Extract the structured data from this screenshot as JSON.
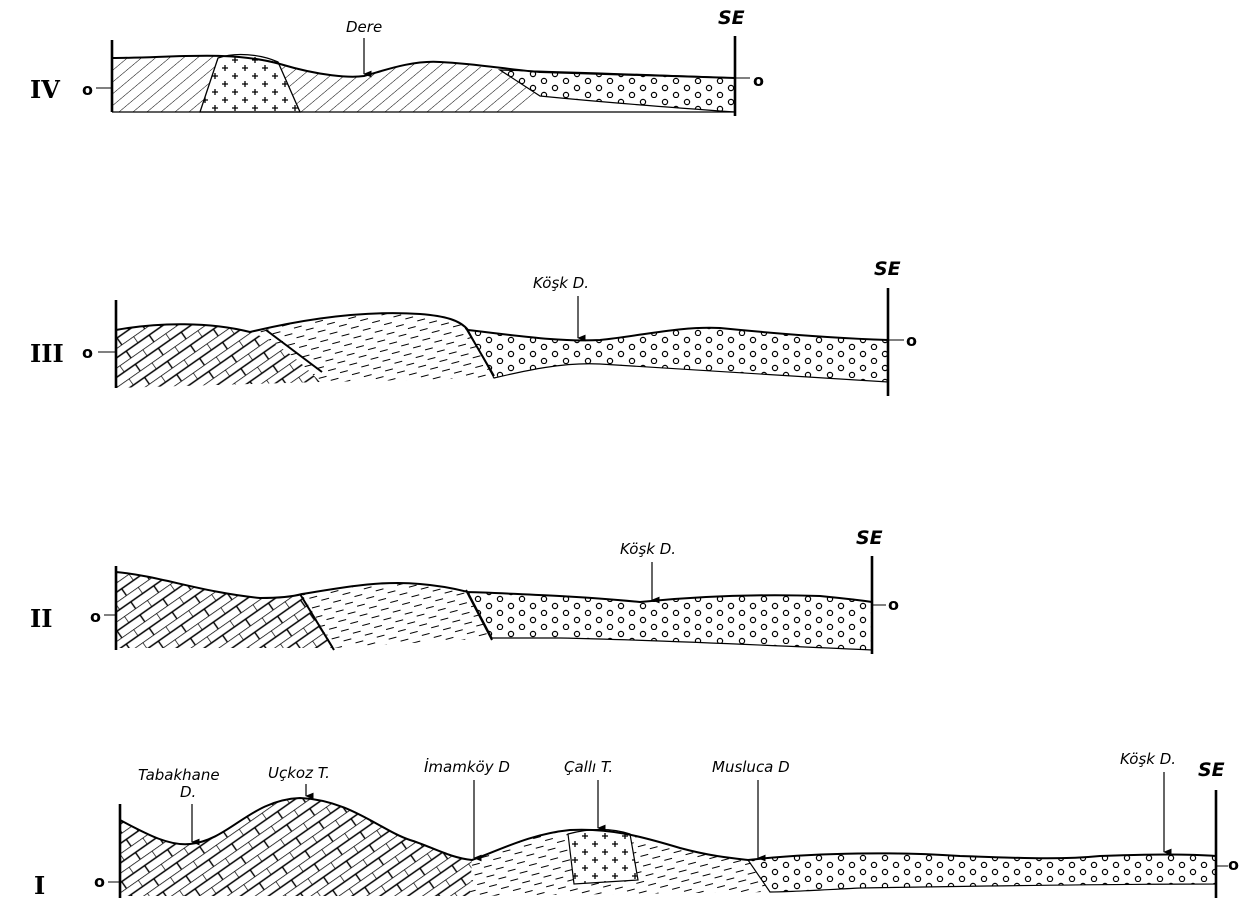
{
  "sections": [
    {
      "id": "IV",
      "roman": "IV",
      "left_end": "o",
      "right_end": "o",
      "direction": "SE",
      "labels": [
        "Dere"
      ]
    },
    {
      "id": "III",
      "roman": "III",
      "left_end": "o",
      "right_end": "o",
      "direction": "SE",
      "labels": [
        "Köşk D."
      ]
    },
    {
      "id": "II",
      "roman": "II",
      "left_end": "o",
      "right_end": "o",
      "direction": "SE",
      "labels": [
        "Köşk D."
      ]
    },
    {
      "id": "I",
      "roman": "I",
      "left_end": "o",
      "right_end": "o",
      "direction": "SE",
      "labels": [
        "Tabakhane",
        "D.",
        "Uçkoz T.",
        "İmamköy D",
        "Çallı T.",
        "Musluca D",
        "Köşk D."
      ]
    }
  ],
  "colors": {
    "ink": "#000000",
    "paper": "#ffffff"
  }
}
